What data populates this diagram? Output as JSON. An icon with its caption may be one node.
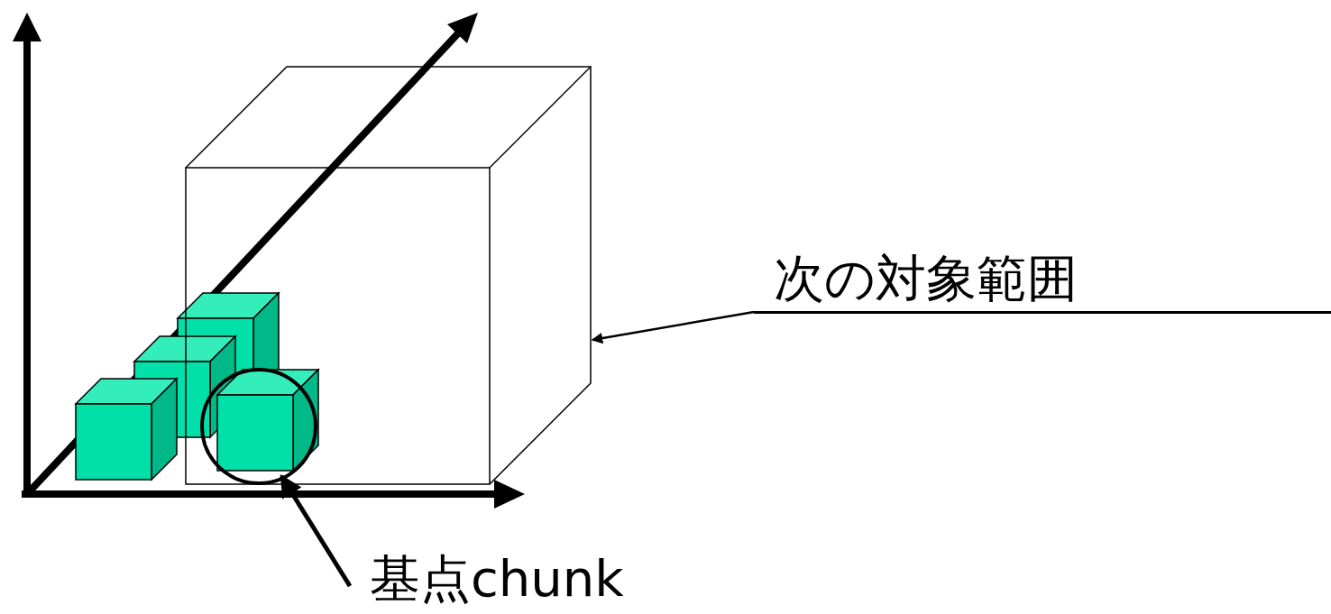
{
  "diagram": {
    "nodes": [
      {
        "text": [
          "次の対象範囲"
        ]
      },
      {
        "text": [
          "基点chunk"
        ]
      },
      {
        "text": [],
        "shape": "box"
      },
      {
        "text": [],
        "shape": "circle",
        "in": 2
      }
    ],
    "edges": [
      {
        "from": 0,
        "to": 2,
        "arrow": "to"
      },
      {
        "from": 1,
        "to": 3,
        "arrow": "to",
        "style": "thick"
      }
    ]
  }
}
